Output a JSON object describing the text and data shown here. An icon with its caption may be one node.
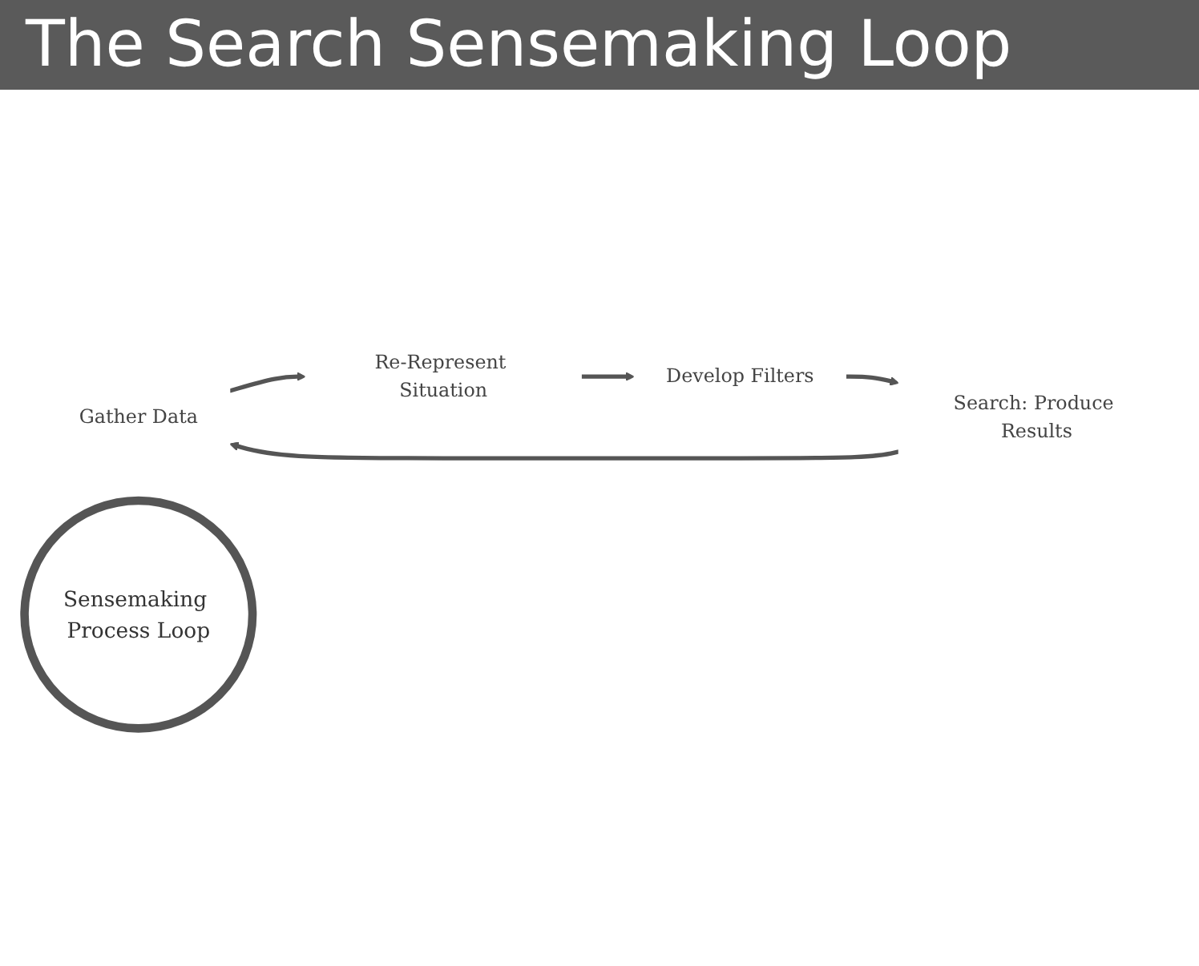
{
  "diagram": {
    "title": "The Search Sensemaking Loop",
    "nodes": [
      {
        "text": [
          "Gather Data"
        ]
      },
      {
        "text": [
          "Re-Represent Situation"
        ]
      },
      {
        "text": [
          "Develop Filters"
        ]
      },
      {
        "text": [
          "Search: Produce Results"
        ]
      },
      {
        "text": [
          "Sensemaking Process Loop"
        ]
      }
    ],
    "edges": [
      {
        "from": 0,
        "to": 1,
        "arrow": "to"
      },
      {
        "from": 1,
        "to": 2,
        "arrow": "to"
      },
      {
        "from": 2,
        "to": 3,
        "arrow": "to"
      },
      {
        "from": 3,
        "to": 0,
        "arrow": "to"
      }
    ]
  }
}
